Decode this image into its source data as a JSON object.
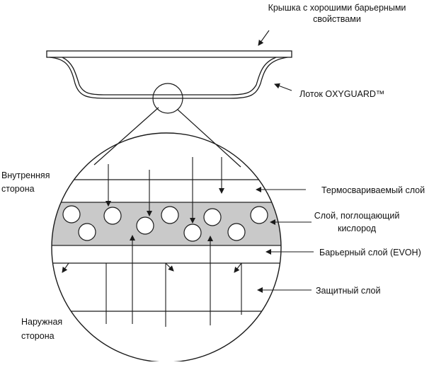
{
  "labels": {
    "lid_line1": "Крышка с хорошими барьерными",
    "lid_line2": "свойствами",
    "tray_prefix": "Лоток ",
    "tray_brand": "OXYGUARD™",
    "inner_line1": "Внутренняя",
    "inner_line2": "сторона",
    "heat_seal_layer": "Термосвариваемый слой",
    "oxygen_layer_line1": "Слой, поглощающий",
    "oxygen_layer_line2": "кислород",
    "barrier_prefix": "Барьерный слой (",
    "barrier_material": "EVOH",
    "barrier_suffix": ")",
    "protective_layer": "Защитный слой",
    "outer_line1": "Наружная",
    "outer_line2": "сторона"
  },
  "colors": {
    "line": "#1a1a1a",
    "absorber_fill": "#c9c9c9",
    "particle_fill": "#ffffff",
    "background": "#ffffff"
  }
}
